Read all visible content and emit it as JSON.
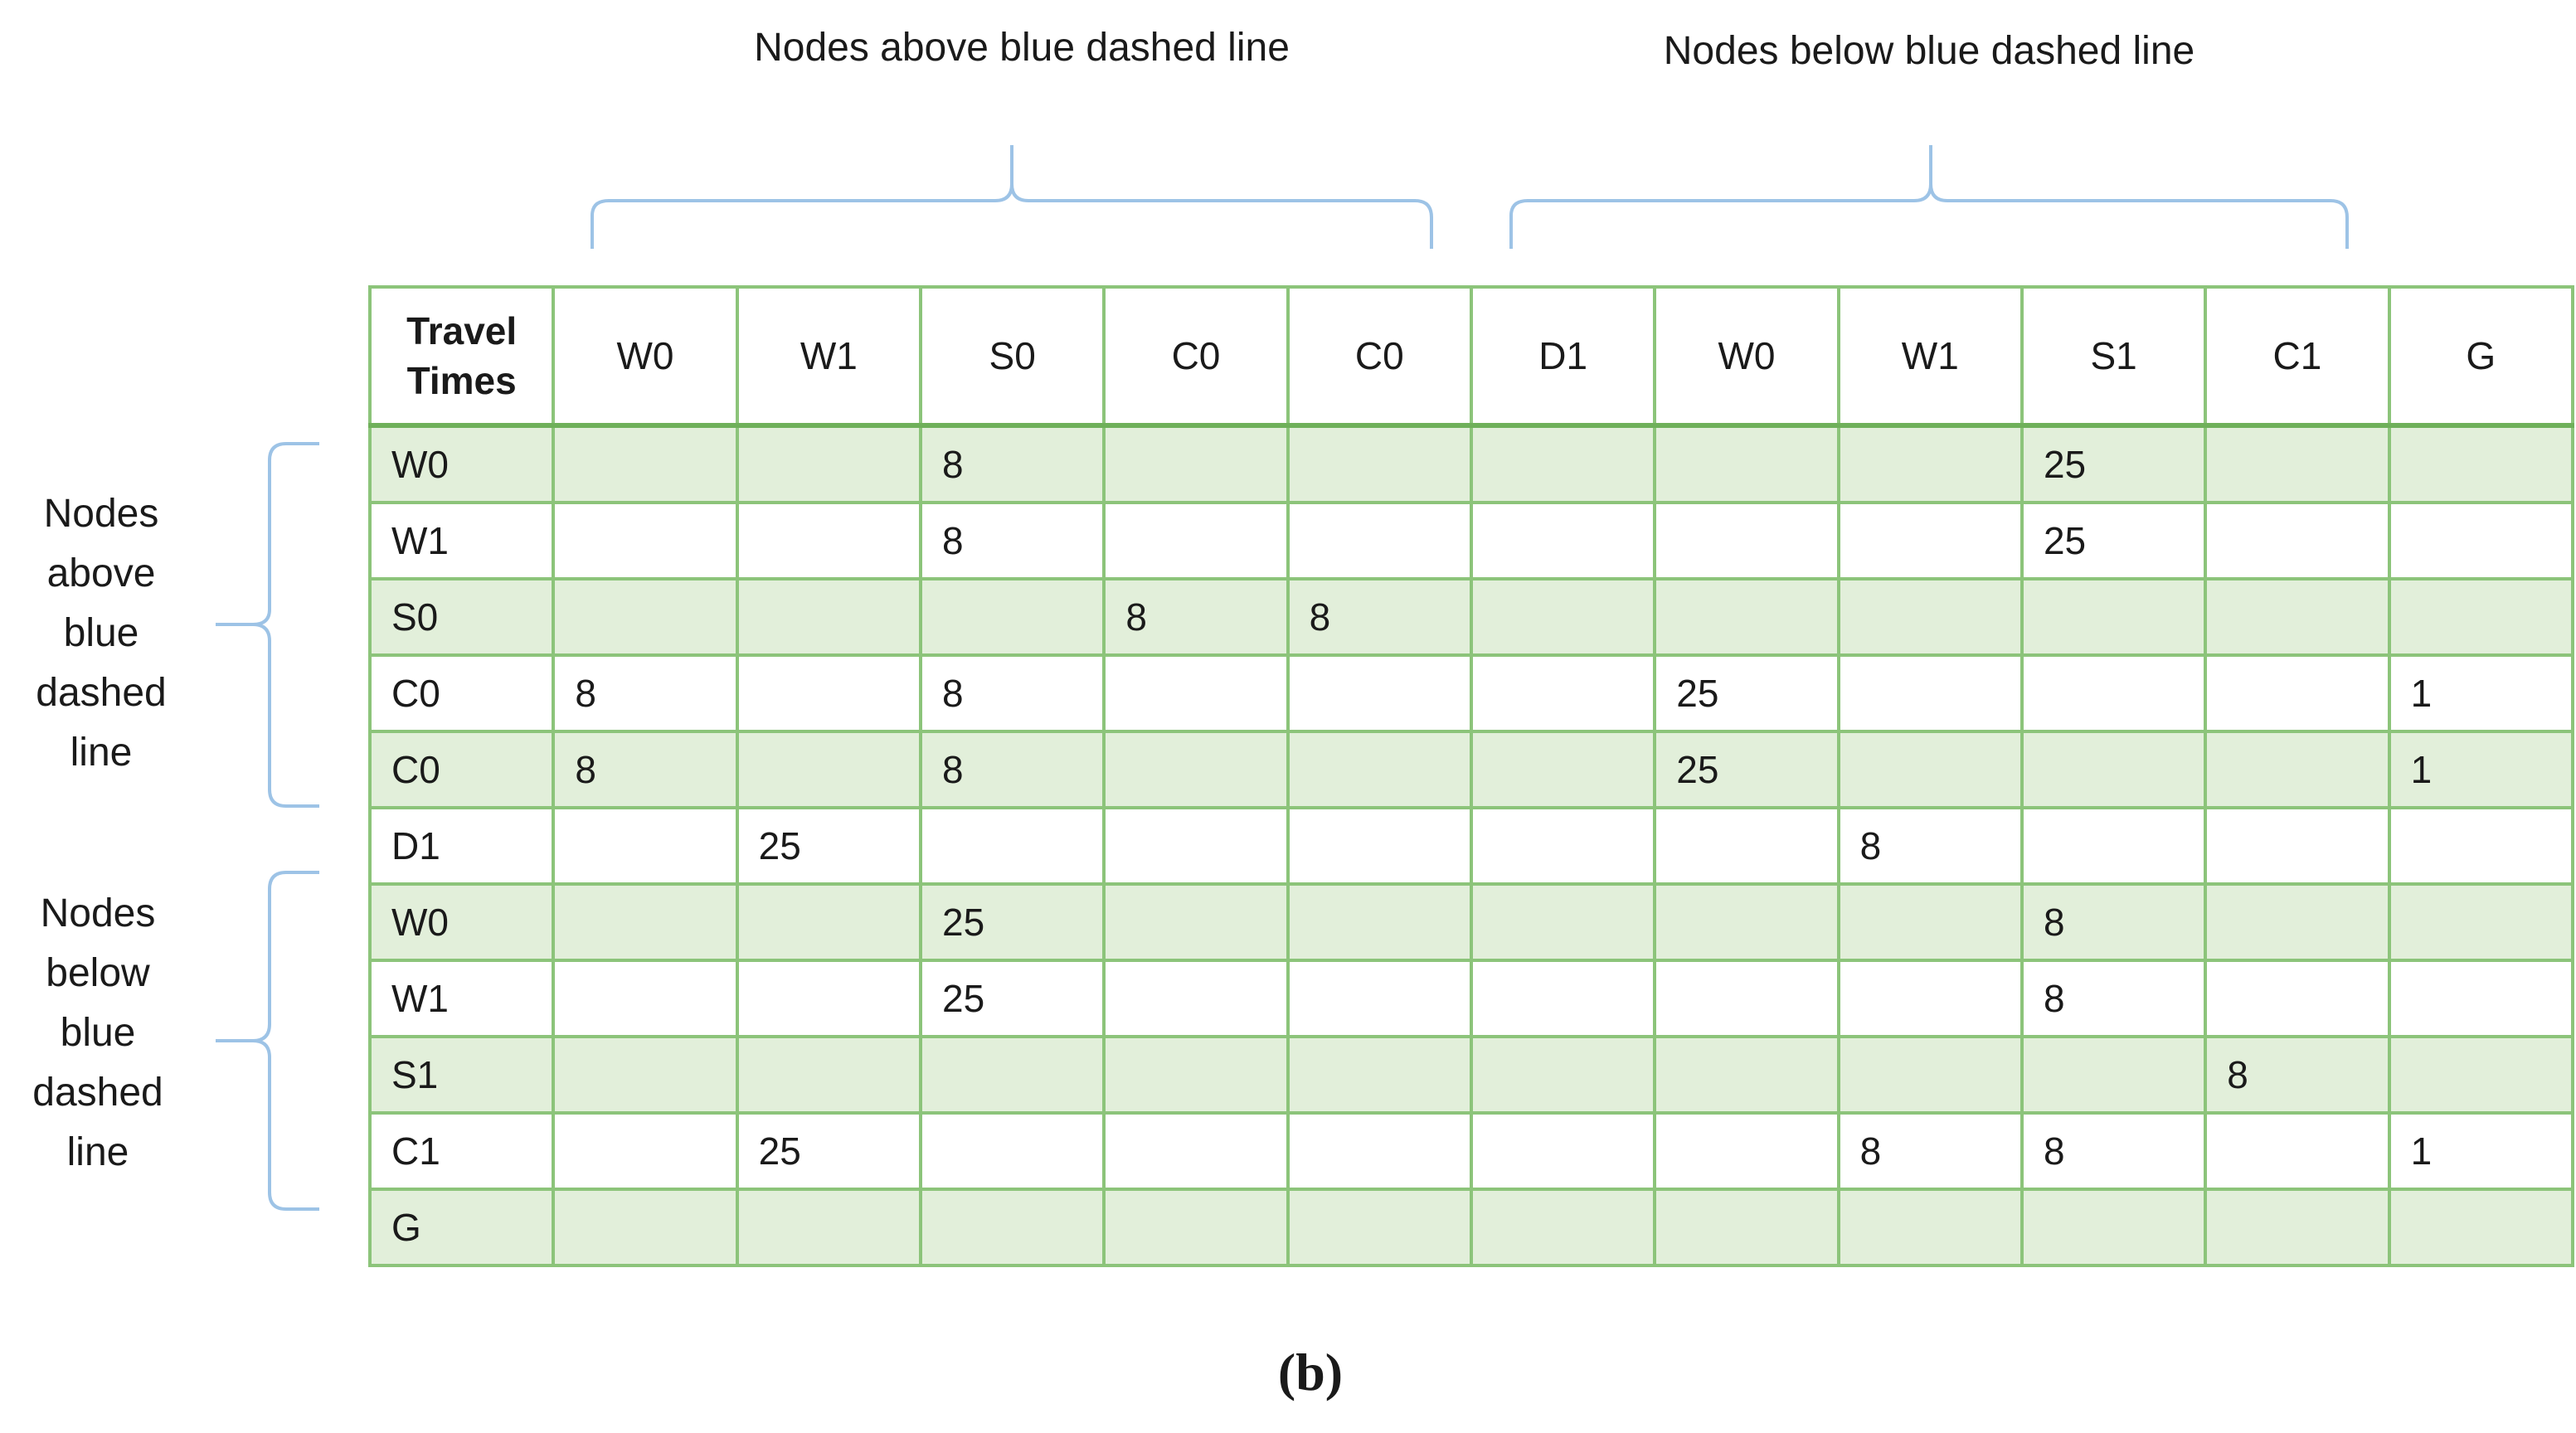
{
  "top_labels": {
    "above": "Nodes above blue dashed line",
    "below": "Nodes below blue dashed line"
  },
  "side_labels": {
    "above": [
      "Nodes",
      "above",
      "blue",
      "dashed",
      "line"
    ],
    "below": [
      "Nodes",
      "below",
      "blue",
      "dashed",
      "line"
    ]
  },
  "brace_color": "#9dc3e6",
  "grid_color": "#8cc47a",
  "band_color": "#e2efda",
  "table": {
    "corner": [
      "Travel",
      "Times"
    ],
    "columns": [
      "W0",
      "W1",
      "S0",
      "C0",
      "C0",
      "D1",
      "W0",
      "W1",
      "S1",
      "C1",
      "G"
    ],
    "rows": [
      {
        "label": "W0",
        "cells": [
          "",
          "",
          "8",
          "",
          "",
          "",
          "",
          "",
          "25",
          "",
          ""
        ]
      },
      {
        "label": "W1",
        "cells": [
          "",
          "",
          "8",
          "",
          "",
          "",
          "",
          "",
          "25",
          "",
          ""
        ]
      },
      {
        "label": "S0",
        "cells": [
          "",
          "",
          "",
          "8",
          "8",
          "",
          "",
          "",
          "",
          "",
          ""
        ]
      },
      {
        "label": "C0",
        "cells": [
          "8",
          "",
          "8",
          "",
          "",
          "",
          "25",
          "",
          "",
          "",
          "1"
        ]
      },
      {
        "label": "C0",
        "cells": [
          "8",
          "",
          "8",
          "",
          "",
          "",
          "25",
          "",
          "",
          "",
          "1"
        ]
      },
      {
        "label": "D1",
        "cells": [
          "",
          "25",
          "",
          "",
          "",
          "",
          "",
          "8",
          "",
          "",
          ""
        ]
      },
      {
        "label": "W0",
        "cells": [
          "",
          "",
          "25",
          "",
          "",
          "",
          "",
          "",
          "8",
          "",
          ""
        ]
      },
      {
        "label": "W1",
        "cells": [
          "",
          "",
          "25",
          "",
          "",
          "",
          "",
          "",
          "8",
          "",
          ""
        ]
      },
      {
        "label": "S1",
        "cells": [
          "",
          "",
          "",
          "",
          "",
          "",
          "",
          "",
          "",
          "8",
          ""
        ]
      },
      {
        "label": "C1",
        "cells": [
          "",
          "25",
          "",
          "",
          "",
          "",
          "",
          "8",
          "8",
          "",
          "1"
        ]
      },
      {
        "label": "G",
        "cells": [
          "",
          "",
          "",
          "",
          "",
          "",
          "",
          "",
          "",
          "",
          ""
        ]
      }
    ]
  },
  "caption": "(b)"
}
